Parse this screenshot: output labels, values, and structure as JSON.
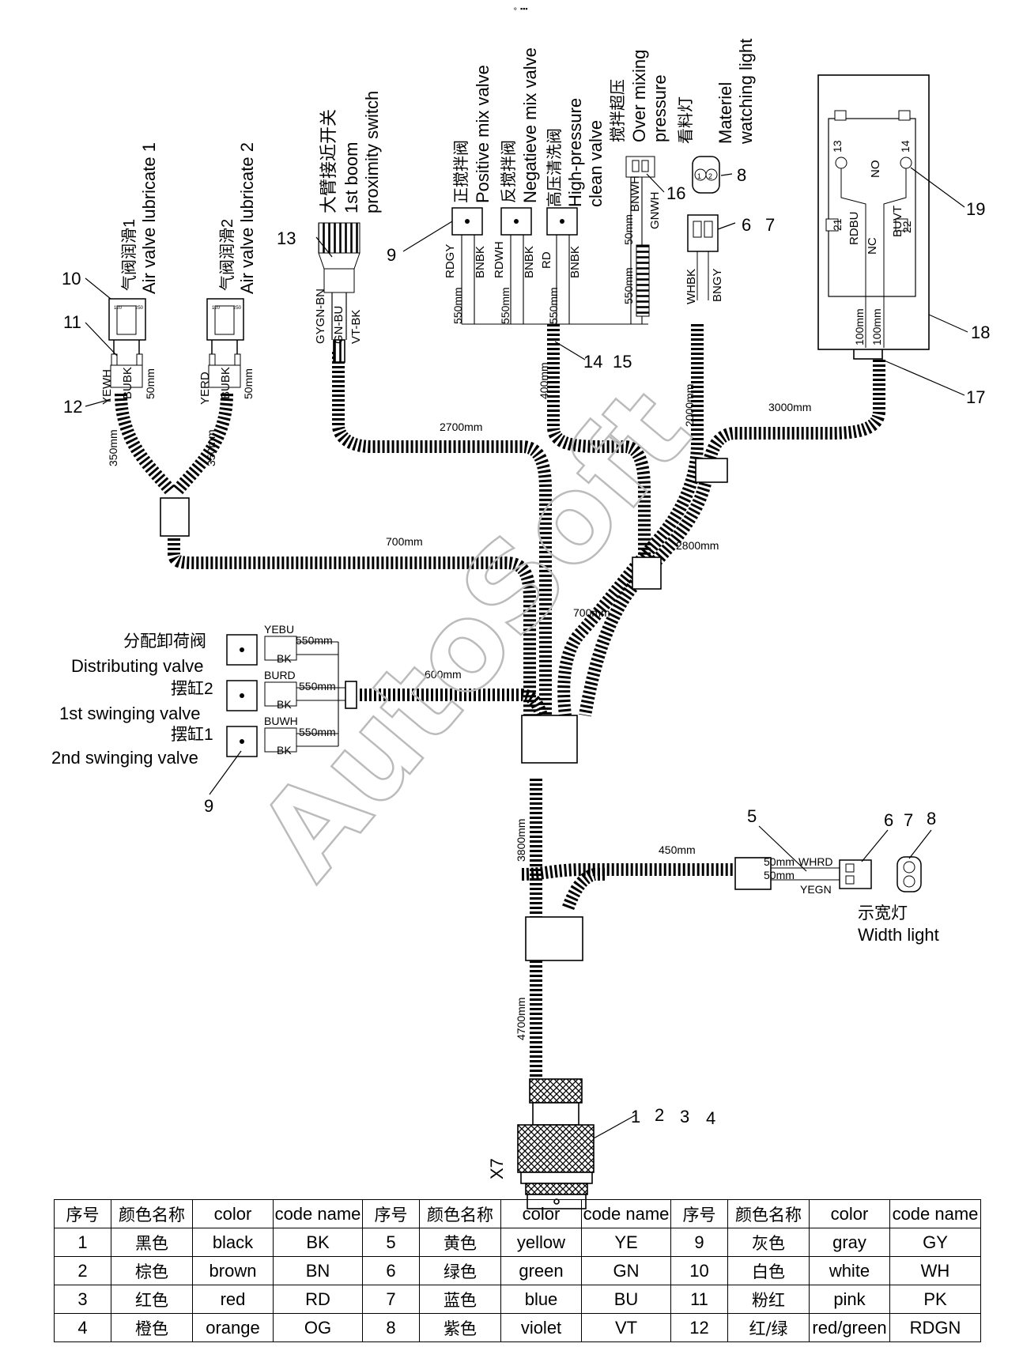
{
  "header_mark": "⚬ ▪▪▪",
  "watermark": "AutoSoft",
  "components": {
    "air_valve_1": {
      "zh": "气阀润滑1",
      "en": "Air valve lubricate 1"
    },
    "air_valve_2": {
      "zh": "气阀润滑2",
      "en": "Air valve lubricate 2"
    },
    "boom_switch": {
      "zh": "大臂接近开关",
      "en1": "1st boom",
      "en2": "proximity switch"
    },
    "positive_mix": {
      "zh": "正搅拌阀",
      "en": "Positive mix valve"
    },
    "negative_mix": {
      "zh": "反搅拌阀",
      "en": "Negatieve mix valve"
    },
    "hp_clean": {
      "zh": "高压清洗阀",
      "en1": "High-pressure",
      "en2": "clean valve"
    },
    "over_mix": {
      "zh": "搅拌超压",
      "en1": "Over mixing",
      "en2": "pressure"
    },
    "material_light": {
      "zh": "看料灯",
      "en1": "Materiel",
      "en2": "watching light"
    },
    "distributing": {
      "zh": "分配卸荷阀",
      "en": "Distributing valve"
    },
    "swing1": {
      "zh": "摆缸2",
      "en": "1st swinging valve"
    },
    "swing2": {
      "zh": "摆缸1",
      "en": "2nd swinging valve"
    },
    "width_light": {
      "zh": "示宽灯",
      "en": "Width light"
    },
    "plug": "X7"
  },
  "callouts": [
    "1",
    "2",
    "3",
    "4",
    "5",
    "6",
    "7",
    "8",
    "9",
    "10",
    "11",
    "12",
    "13",
    "14",
    "15",
    "16",
    "17",
    "18",
    "19"
  ],
  "lengths": {
    "l2700": "2700mm",
    "l700a": "700mm",
    "l700b": "700mm",
    "l600": "600mm",
    "l550": "550mm",
    "l350": "350mm",
    "l50": "50mm",
    "l400": "400mm",
    "l2000": "2000mm",
    "l3000": "3000mm",
    "l2800": "2800mm",
    "l3800": "3800mm",
    "l4700": "4700mm",
    "l450": "450mm",
    "l100": "100mm"
  },
  "wires": {
    "YEWH": "YEWH",
    "BUBK": "BUBK",
    "YERD": "YERD",
    "GYGN_BN": "GYGN-BN",
    "GN_BU": "GN-BU",
    "VT_BK": "VT-BK",
    "RDGY": "RDGY",
    "BNBK": "BNBK",
    "RDWH": "RDWH",
    "RD": "RD",
    "BNWH": "BNWH",
    "GNWH": "GNWH",
    "WHBK": "WHBK",
    "BNGY": "BNGY",
    "YEBU": "YEBU",
    "BURD": "BURD",
    "BUWH": "BUWH",
    "BK": "BK",
    "WHRD": "WHRD",
    "YEGN": "YEGN",
    "RDBU": "RDBU",
    "BUVT": "BUVT",
    "NO": "NO",
    "NC": "NC",
    "t13": "13",
    "t14": "14",
    "t21": "21",
    "t22": "22",
    "p1": "1",
    "p2": "2",
    "sock_a": "120",
    "sock_b": "250"
  },
  "color_table": {
    "headers": [
      "序号",
      "颜色名称",
      "color",
      "code name"
    ],
    "rows": [
      [
        "1",
        "黑色",
        "black",
        "BK",
        "5",
        "黄色",
        "yellow",
        "YE",
        "9",
        "灰色",
        "gray",
        "GY"
      ],
      [
        "2",
        "棕色",
        "brown",
        "BN",
        "6",
        "绿色",
        "green",
        "GN",
        "10",
        "白色",
        "white",
        "WH"
      ],
      [
        "3",
        "红色",
        "red",
        "RD",
        "7",
        "蓝色",
        "blue",
        "BU",
        "11",
        "粉红",
        "pink",
        "PK"
      ],
      [
        "4",
        "橙色",
        "orange",
        "OG",
        "8",
        "紫色",
        "violet",
        "VT",
        "12",
        "红/绿",
        "red/green",
        "RDGN"
      ]
    ]
  }
}
